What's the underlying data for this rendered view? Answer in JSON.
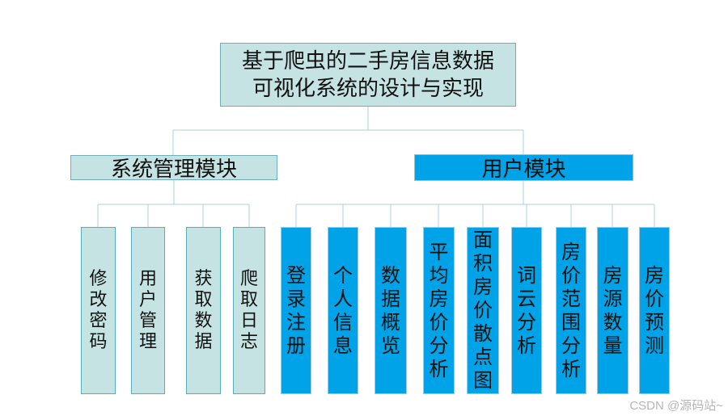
{
  "diagram": {
    "root": {
      "title_line1": "基于爬虫的二手房信息数据",
      "title_line2": "可视化系统的设计与实现"
    },
    "branches": [
      {
        "label": "系统管理模块",
        "children": [
          "修改密码",
          "用户管理",
          "获取数据",
          "爬取日志"
        ]
      },
      {
        "label": "用户模块",
        "children": [
          "登录注册",
          "个人信息",
          "数据概览",
          "平均房价分析",
          "面积房价散点图",
          "词云分析",
          "房价范围分析",
          "房源数量",
          "房价预测"
        ]
      }
    ]
  },
  "watermark": {
    "text": "CSDN @源码站~"
  },
  "colors": {
    "cyan_fill": "#c5e3e2",
    "cyan_border": "#55b0b8",
    "blue_fill": "#00a3e8",
    "blue_border": "#a9c8d2",
    "connector": "#a9d4d6",
    "watermark_gray": "#b5b5b5"
  }
}
